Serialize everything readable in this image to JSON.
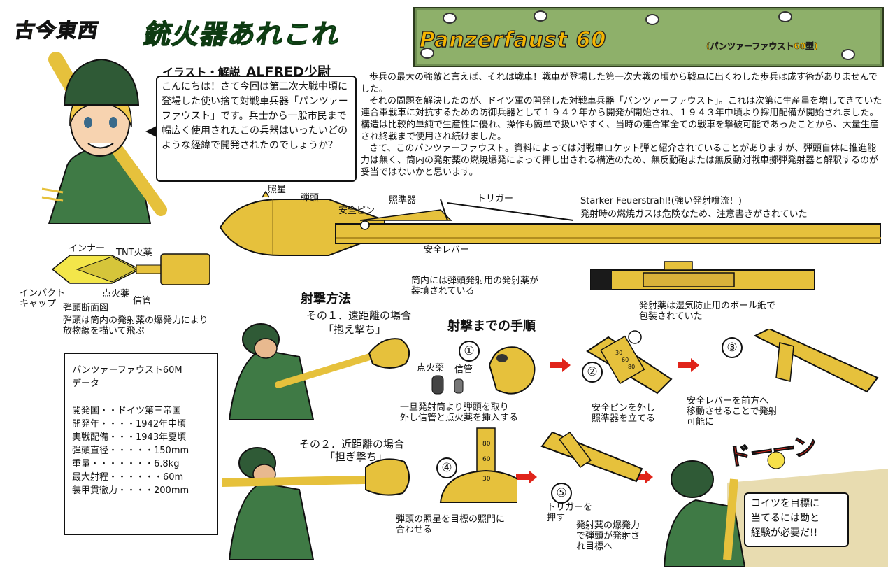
{
  "header": {
    "series_part1": "古今",
    "series_part2": "東",
    "series_part3": "西",
    "series_title": "銃火器あれこれ",
    "weapon_title": "Panzerfaust 60",
    "weapon_subtitle": "(パンツァーファウスト60型)",
    "author_label": "イラスト・解説",
    "author_name": "ALFRED少尉"
  },
  "speech": "こんにちは！さて今回は第二次大戦中頃に登場した使い捨て対戦車兵器「パンツァーファウスト」です。兵士から一般市民まで幅広く使用されたこの兵器はいったいどのような経緯で開発されたのでしょうか？",
  "intro": [
    "歩兵の最大の強敵と言えば、それは戦車！戦車が登場した第一次大戦の頃から戦車に出くわした歩兵は成す術がありませんでした。",
    "それの問題を解決したのが、ドイツ軍の開発した対戦車兵器「パンツァーファウスト」。これは次第に生産量を増してきていた連合軍戦車に対抗するための防御兵器として１９４２年から開発が開始され、１９４３年中頃より採用配備が開始されました。構造は比較的単純で生産性に優れ、操作も簡単で扱いやすく、当時の連合軍全ての戦車を撃破可能であったことから、大量生産され終戦まで使用され続けました。",
    "さて、このパンツァーファウスト。資料によっては対戦車ロケット弾と紹介されていることがありますが、弾頭自体に推進能力は無く、筒内の発射薬の燃焼爆発によって押し出される構造のため、無反動砲または無反動対戦車擲弾発射器と解釈するのが妥当ではないかと思います。"
  ],
  "parts": {
    "sight": "照星",
    "warhead": "弾頭",
    "safety_pin": "安全ピン",
    "rear_sight": "照準器",
    "trigger": "トリガー",
    "safety_lever": "安全レバー",
    "warning": "Starker Feuerstrahl!(強い発射噴流！)",
    "warning_note": "発射時の燃焼ガスは危険なため、注意書きがされていた",
    "tube_note": "筒内には弾頭発射用の発射薬が\n装填されている",
    "charge_note": "発射薬は湿気防止用のボール紙で\n包装されていた"
  },
  "section": {
    "inner": "インナー",
    "tnt": "TNT火薬",
    "impact_cap": "インパクト\nキャップ",
    "igniter": "点火薬",
    "fuze": "信管",
    "title": "弾頭断面図",
    "note": "弾頭は筒内の発射薬の爆発力により\n放物線を描いて飛ぶ"
  },
  "firing": {
    "heading": "射撃方法",
    "method1": "その１．遠距離の場合",
    "method1_name": "「抱え撃ち」",
    "method2": "その２．近距離の場合",
    "method2_name": "「担ぎ撃ち」"
  },
  "data": {
    "title": "パンツァーファウスト60M\nデータ",
    "rows": [
      "開発国・・ドイツ第三帝国",
      "開発年・・・・1942年中頃",
      "実戦配備・・・1943年夏頃",
      "弾頭直径・・・・・150mm",
      "重量・・・・・・・6.8kg",
      "最大射程・・・・・・60m",
      "装甲貫徹力・・・・200mm"
    ]
  },
  "procedure": {
    "heading": "射撃までの手順",
    "n1": "①",
    "n2": "②",
    "n3": "③",
    "n4": "④",
    "n5": "⑤",
    "igniter": "点火薬",
    "fuze": "信管",
    "s1": "一旦発射筒より弾頭を取り\n外し信管と点火薬を挿入する",
    "s2": "安全ピンを外し\n照準器を立てる",
    "s3": "安全レバーを前方へ\n移動させることで発射\n可能に",
    "s4": "弾頭の照星を目標の照門に\n合わせる",
    "s5": "トリガーを\n押す",
    "s5b": "発射薬の爆発力\nで弾頭が発射さ\nれ目標へ",
    "sight_marks": [
      "80",
      "60",
      "30"
    ],
    "sight_marks2": [
      "30",
      "60",
      "80"
    ],
    "boom": "ドーーン",
    "bubble": "コイツを目標に\n当てるには勘と\n経験が必要だ!!"
  },
  "colors": {
    "brass": "#e6c13c",
    "uniform": "#3f7a45",
    "helmet": "#2f5a36",
    "panel": "#8eb06a",
    "accent_red": "#e0241a"
  }
}
